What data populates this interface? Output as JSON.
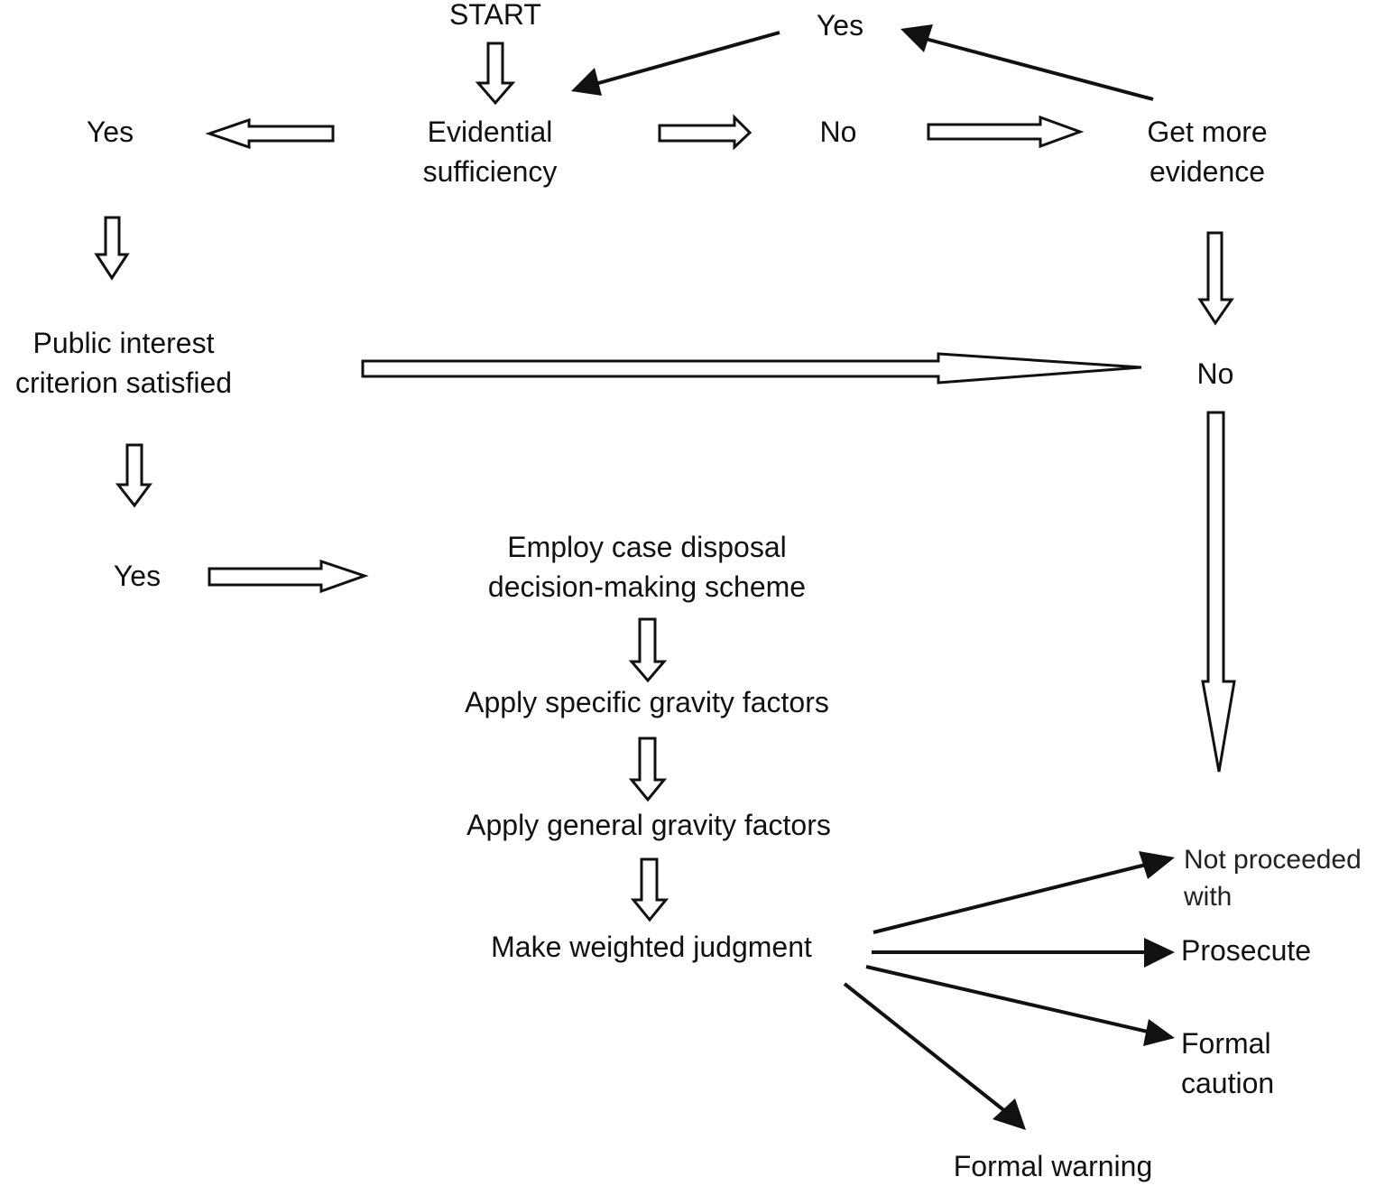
{
  "diagram": {
    "nodes": {
      "start": "START",
      "evidential_sufficiency": [
        "Evidential",
        "sufficiency"
      ],
      "yes_top": "Yes",
      "yes_left": "Yes",
      "no_middle": "No",
      "get_more_evidence": [
        "Get more",
        "evidence"
      ],
      "no_right": "No",
      "public_interest": [
        "Public interest",
        "criterion satisfied"
      ],
      "yes_public": "Yes",
      "employ_scheme": [
        "Employ case disposal",
        "decision-making scheme"
      ],
      "specific_gravity": "Apply specific gravity factors",
      "general_gravity": "Apply general gravity factors",
      "weighted_judgment": "Make weighted judgment",
      "not_proceeded": [
        "Not proceeded",
        "with"
      ],
      "prosecute": "Prosecute",
      "formal_caution": [
        "Formal",
        "caution"
      ],
      "formal_warning": "Formal warning"
    },
    "edges": [
      {
        "from": "start",
        "to": "evidential_sufficiency",
        "style": "hollow"
      },
      {
        "from": "evidential_sufficiency",
        "to": "yes_left",
        "style": "hollow"
      },
      {
        "from": "evidential_sufficiency",
        "to": "no_middle",
        "style": "hollow"
      },
      {
        "from": "no_middle",
        "to": "get_more_evidence",
        "style": "hollow"
      },
      {
        "from": "get_more_evidence",
        "to": "yes_top",
        "style": "solid"
      },
      {
        "from": "yes_top",
        "to": "evidential_sufficiency",
        "style": "solid"
      },
      {
        "from": "get_more_evidence",
        "to": "no_right",
        "style": "hollow"
      },
      {
        "from": "yes_left",
        "to": "public_interest",
        "style": "hollow"
      },
      {
        "from": "public_interest",
        "to": "no_right",
        "style": "hollow"
      },
      {
        "from": "public_interest",
        "to": "yes_public",
        "style": "hollow"
      },
      {
        "from": "yes_public",
        "to": "employ_scheme",
        "style": "hollow"
      },
      {
        "from": "employ_scheme",
        "to": "specific_gravity",
        "style": "hollow"
      },
      {
        "from": "specific_gravity",
        "to": "general_gravity",
        "style": "hollow"
      },
      {
        "from": "general_gravity",
        "to": "weighted_judgment",
        "style": "hollow"
      },
      {
        "from": "no_right",
        "to": "outcomes",
        "style": "hollow"
      },
      {
        "from": "weighted_judgment",
        "to": "not_proceeded",
        "style": "solid"
      },
      {
        "from": "weighted_judgment",
        "to": "prosecute",
        "style": "solid"
      },
      {
        "from": "weighted_judgment",
        "to": "formal_caution",
        "style": "solid"
      },
      {
        "from": "weighted_judgment",
        "to": "formal_warning",
        "style": "solid"
      }
    ]
  }
}
